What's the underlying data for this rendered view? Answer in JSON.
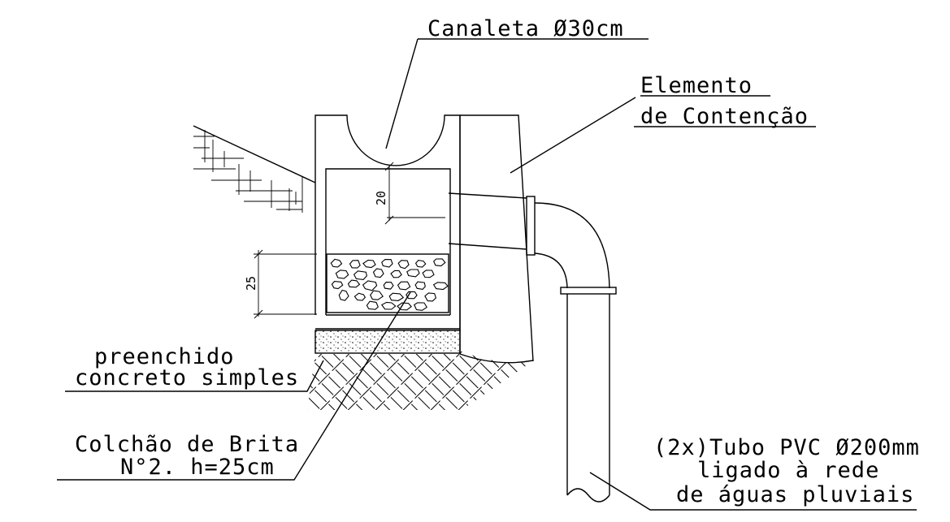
{
  "labels": {
    "canaleta": "Canaleta Ø30cm",
    "elemento_line1": "Elemento",
    "elemento_line2": "de Contenção",
    "preenchido_line1": "preenchido",
    "preenchido_line2": "concreto simples",
    "colchao_line1": "Colchão de Brita",
    "colchao_line2": "N°2. h=25cm",
    "tubo_line1": "(2x)Tubo PVC Ø200mm",
    "tubo_line2": "ligado à rede",
    "tubo_line3": "de águas pluviais"
  },
  "dimensions": {
    "top_gap": "20",
    "gravel_height": "25"
  }
}
